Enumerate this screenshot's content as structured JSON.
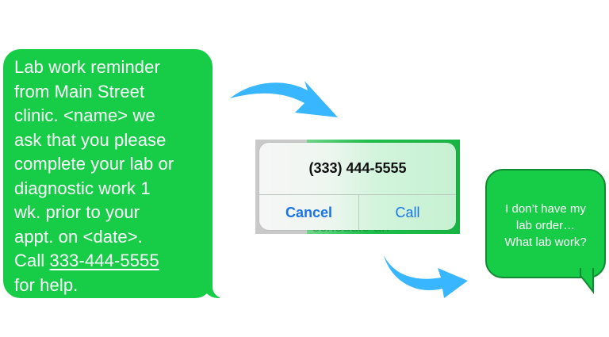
{
  "sent_message": {
    "lines": [
      "Lab work reminder",
      "from Main Street",
      "clinic. <name> we",
      "ask that you please",
      "complete your lab or",
      "diagnostic work 1",
      "wk. prior to your",
      "appt. on <date>."
    ],
    "call_prefix": "Call ",
    "phone_link": "333-444-5555",
    "last_line": "for help."
  },
  "call_dialog": {
    "number": "(333) 444-5555",
    "cancel_label": "Cancel",
    "call_label": "Call",
    "background_text": "schedule an"
  },
  "reply_message": {
    "line1": "I don’t have my",
    "line2": "lab order…",
    "line3": "What lab work?"
  },
  "colors": {
    "bubble_green": "#17cc47",
    "arrow_blue": "#38b6ff",
    "button_blue": "#1a74e8"
  },
  "icons": [
    "curved-arrow-icon"
  ]
}
